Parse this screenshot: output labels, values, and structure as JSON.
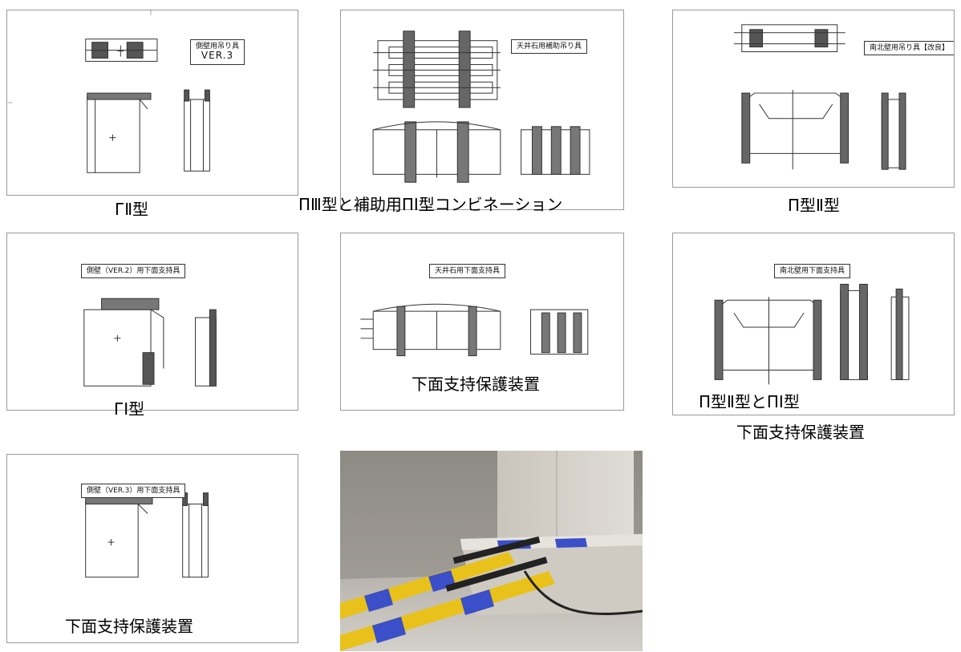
{
  "panels": {
    "p1": {
      "tag_line1": "側壁用吊り具",
      "tag_line2": "VER.3",
      "caption": "ГⅡ型"
    },
    "p2": {
      "tag": "天井石用補助吊り具",
      "caption": "ΠⅢ型と補助用ΠⅠ型コンビネーション"
    },
    "p3": {
      "tag": "南北壁用吊り具【改良】",
      "caption": "Π型Ⅱ型"
    },
    "p4": {
      "tag": "側壁（VER.2）用下面支持具",
      "caption": "ГⅠ型"
    },
    "p5": {
      "tag": "天井石用下面支持具",
      "caption": "下面支持保護装置"
    },
    "p6": {
      "tag": "南北壁用下面支持具",
      "caption_inner": "Π型Ⅱ型とΠⅠ型",
      "caption_below": "下面支持保護装置"
    },
    "p7": {
      "tag": "側壁（VER.3）用下面支持具",
      "caption": "下面支持保護装置"
    }
  },
  "photo": {
    "icon": "concrete-block-lift-photo"
  },
  "colors": {
    "line": "#333333",
    "frame": "#9a9a9a",
    "stripe_blue": "#3a4fc8",
    "stripe_yellow": "#e8c21a"
  }
}
